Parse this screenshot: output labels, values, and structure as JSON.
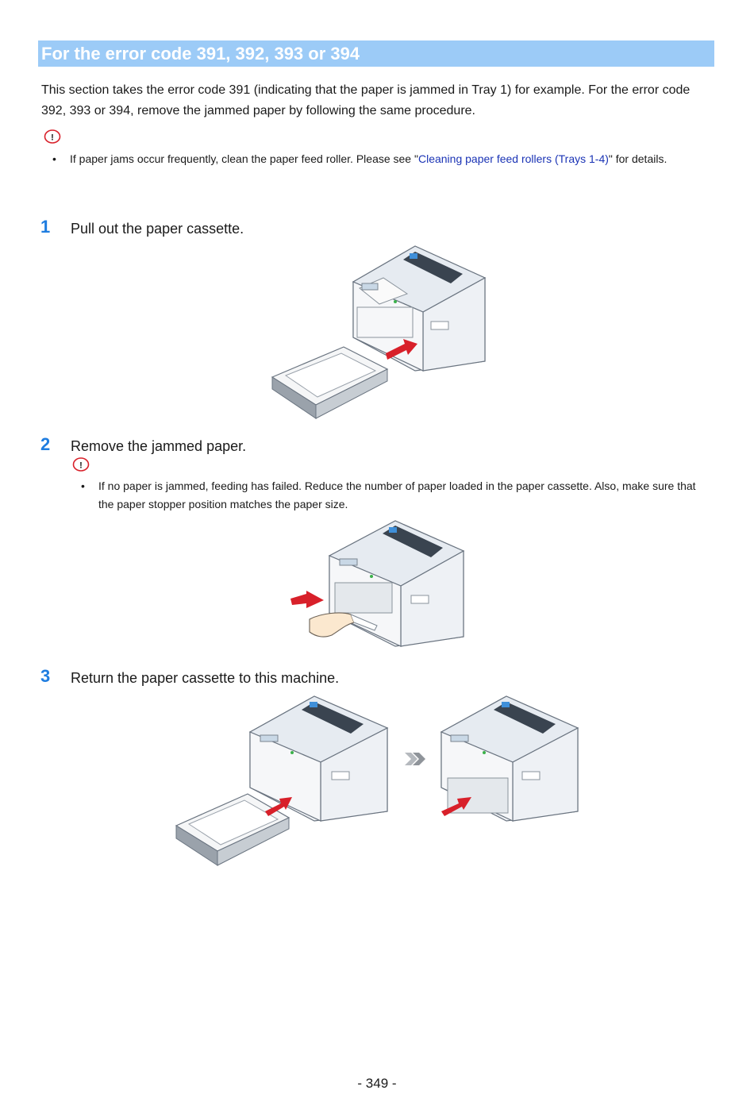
{
  "section": {
    "title": "For the error code 391, 392, 393 or 394",
    "intro": "This section takes the error code 391 (indicating that the paper is jammed in Tray 1) for example. For the error code 392, 393 or 394, remove the jammed paper by following the same procedure."
  },
  "note1": {
    "icon": "caution-icon",
    "bullet": "•",
    "text_before": "If paper jams occur frequently, clean the paper feed roller. Please see \"",
    "link_text": "Cleaning paper feed rollers (Trays 1-4)",
    "text_after": "\" for details."
  },
  "steps": [
    {
      "number": "1",
      "text": "Pull out the paper cassette."
    },
    {
      "number": "2",
      "text": "Remove the jammed paper."
    },
    {
      "number": "3",
      "text": "Return the paper cassette to this machine."
    }
  ],
  "note2": {
    "icon": "caution-icon",
    "bullet": "•",
    "text": "If no paper is jammed, feeding has failed. Reduce the number of paper loaded in the paper cassette. Also, make sure that the paper stopper position matches the paper size."
  },
  "colors": {
    "header_bg": "#9ccbf7",
    "step_number": "#1f7de0",
    "link": "#1a33b5",
    "arrow": "#d8202a",
    "caution": "#d8202a"
  },
  "footer": {
    "page_number": "- 349 -"
  }
}
